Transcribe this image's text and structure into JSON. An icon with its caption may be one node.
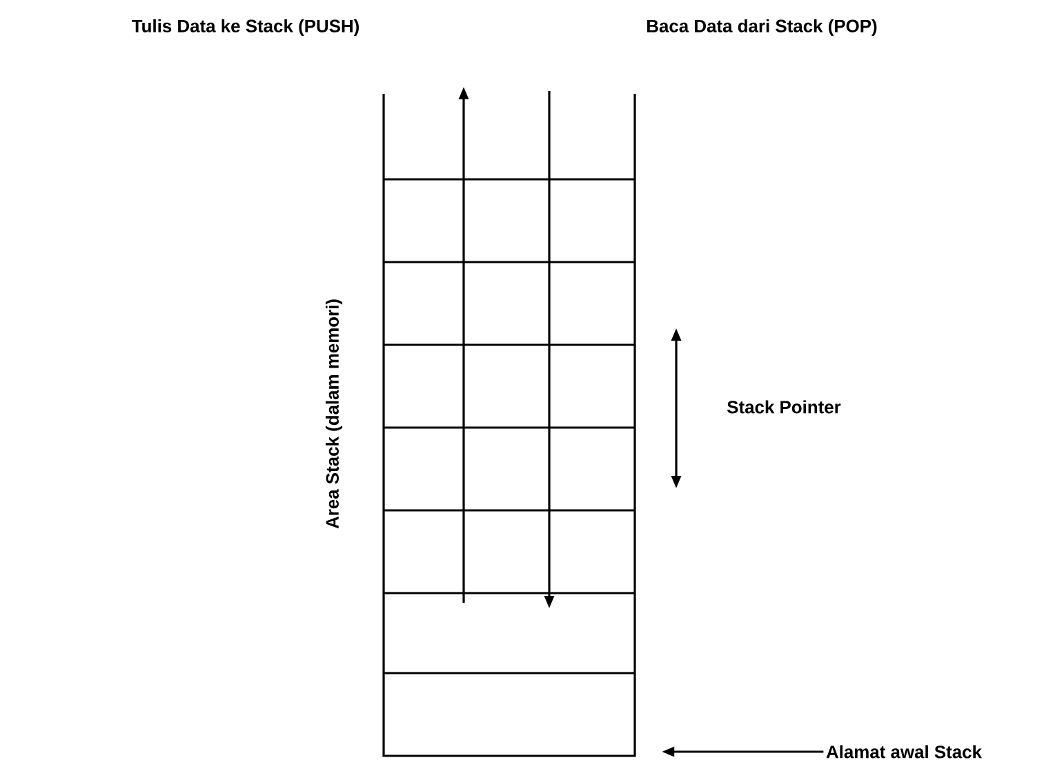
{
  "diagram": {
    "nodes": [
      {
        "text": [],
        "shape": "box"
      },
      {
        "text": [
          "Alamat awal Stack"
        ]
      }
    ],
    "edges": [
      {
        "from": 1,
        "to": 0,
        "arrow": "to"
      }
    ],
    "labels": [
      "Tulis Data ke Stack (PUSH)",
      "Baca Data dari Stack (POP)",
      "Area Stack (dalam memori)",
      "Stack Pointer"
    ]
  }
}
